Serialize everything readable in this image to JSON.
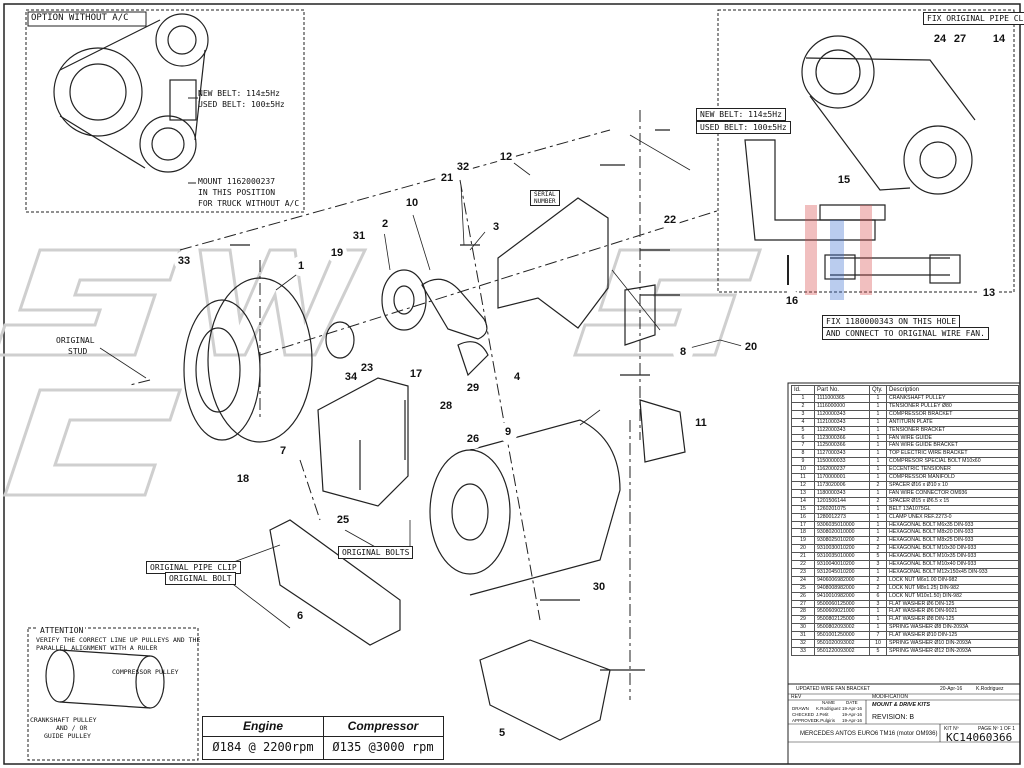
{
  "notes": {
    "option_without_ac": "OPTION WITHOUT A/C",
    "new_belt_left": "NEW BELT: 114±5Hz",
    "used_belt_left": "USED BELT: 100±5Hz",
    "mount_line1": "MOUNT 1162000237",
    "mount_line2": "IN THIS POSITION",
    "mount_line3": "FOR TRUCK WITHOUT A/C",
    "fix_original_pipe_clip": "FIX ORIGINAL PIPE CLIP",
    "new_belt_right": "NEW BELT: 114±5Hz",
    "used_belt_right": "USED BELT: 100±5Hz",
    "fix_hole_line1": "FIX 1180000343 ON THIS HOLE",
    "fix_hole_line2": "AND CONNECT TO ORIGINAL WIRE FAN.",
    "original_stud_line1": "ORIGINAL",
    "original_stud_line2": "STUD",
    "serial_line1": "SERIAL",
    "serial_line2": "NUMBER",
    "original_bolts": "ORIGINAL BOLTS",
    "original_pipe_clip": "ORIGINAL PIPE CLIP",
    "original_bolt": "ORIGINAL BOLT",
    "attention_title": "ATTENTION",
    "attention_line1": "VERIFY THE CORRECT LINE UP PULLEYS AND THE",
    "attention_line2": "PARALLEL ALIGNMENT WITH A RULER",
    "compressor_pulley": "COMPRESSOR PULLEY",
    "crankshaft_pulley_line1": "CRANKSHAFT PULLEY",
    "crankshaft_pulley_line2": "AND / OR",
    "crankshaft_pulley_line3": "GUIDE PULLEY"
  },
  "callouts": [
    "1",
    "2",
    "3",
    "4",
    "5",
    "6",
    "7",
    "8",
    "9",
    "10",
    "11",
    "12",
    "13",
    "14",
    "15",
    "16",
    "17",
    "18",
    "19",
    "20",
    "21",
    "22",
    "23",
    "24",
    "25",
    "26",
    "27",
    "28",
    "29",
    "30",
    "31",
    "32",
    "33",
    "34"
  ],
  "parts_table": {
    "headers": [
      "Id.",
      "Part No.",
      "Qty.",
      "Description"
    ],
    "rows": [
      [
        "1",
        "1111000365",
        "1",
        "CRANKSHAFT PULLEY"
      ],
      [
        "2",
        "1116000000",
        "1",
        "TENSIONER PULLEY Ø80"
      ],
      [
        "3",
        "1120000343",
        "1",
        "COMPRESSOR BRACKET"
      ],
      [
        "4",
        "1121000343",
        "1",
        "ANTITURN PLATE"
      ],
      [
        "5",
        "1122000343",
        "1",
        "TENSIONER BRACKET"
      ],
      [
        "6",
        "1123000366",
        "1",
        "FAN WIRE GUIDE"
      ],
      [
        "7",
        "1125000366",
        "1",
        "FAN WIRE GUIDE BRACKET"
      ],
      [
        "8",
        "1127000343",
        "1",
        "TOP ELECTRIC WIRE BRACKET"
      ],
      [
        "9",
        "1150000033",
        "1",
        "COMPRESOR SPECIAL BOLT M10x60"
      ],
      [
        "10",
        "1162000237",
        "1",
        "ECCENTRIC TENSIONER"
      ],
      [
        "11",
        "1170000001",
        "1",
        "COMPRESSOR MANIFOLD"
      ],
      [
        "12",
        "1173020006",
        "2",
        "SPACER Ø16 x Ø10 x 10"
      ],
      [
        "13",
        "1180000343",
        "1",
        "FAN WIRE CONNECTOR OM936"
      ],
      [
        "14",
        "1201506144",
        "2",
        "SPACER Ø15 x Ø6.5 x 15"
      ],
      [
        "15",
        "1260201075",
        "1",
        "BELT 13A1075GL"
      ],
      [
        "16",
        "1280012273",
        "1",
        "CLAMP UNEX REF.2273-0"
      ],
      [
        "17",
        "9306035010000",
        "1",
        "HEXAGONAL BOLT M6x35 DIN-933"
      ],
      [
        "18",
        "9308020010000",
        "1",
        "HEXAGONAL BOLT M8x20 DIN-933"
      ],
      [
        "19",
        "9308025010200",
        "2",
        "HEXAGONAL BOLT M8x25 DIN-933"
      ],
      [
        "20",
        "9310030010200",
        "2",
        "HEXAGONAL BOLT M10x30 DIN-933"
      ],
      [
        "21",
        "9310035010000",
        "5",
        "HEXAGONAL BOLT M10x35 DIN-933"
      ],
      [
        "22",
        "9310040010200",
        "3",
        "HEXAGONAL BOLT M10x40 DIN-933"
      ],
      [
        "23",
        "9312045010200",
        "1",
        "HEXAGONAL BOLT M12x150x45 DIN-933"
      ],
      [
        "24",
        "9406006982000",
        "2",
        "LOCK NUT M6x1.00 DIN-982"
      ],
      [
        "25",
        "9408008982000",
        "2",
        "LOCK NUT M8x1.25) DIN-982"
      ],
      [
        "26",
        "9410010982000",
        "6",
        "LOCK NUT M10x1.50) DIN-982"
      ],
      [
        "27",
        "9500060125000",
        "3",
        "FLAT WASHER Ø6 DIN-125"
      ],
      [
        "28",
        "9500609021000",
        "1",
        "FLAT WASHER Ø6 DIN-9021"
      ],
      [
        "29",
        "9500802125000",
        "1",
        "FLAT WASHER Ø8 DIN-125"
      ],
      [
        "30",
        "9500802093002",
        "1",
        "SPRING WASHER Ø8 DIN-2093A"
      ],
      [
        "31",
        "9501001250000",
        "7",
        "FLAT WASHER Ø10 DIN-125"
      ],
      [
        "32",
        "9501020093002",
        "10",
        "SPRING WASHER Ø10 DIN-2093A"
      ],
      [
        "33",
        "9501220093002",
        "5",
        "SPRING WASHER Ø12 DIN-2093A"
      ]
    ]
  },
  "title_block": {
    "revision_entry": "UPDATED WIRE FAN BRACKET",
    "revision_date": "20-Apr-16",
    "revision_by": "K.Rodriguez",
    "rev_label": "REV",
    "modification_label": "MODIFICATION",
    "name_label": "NAME",
    "date_label": "DATE",
    "drawn_label": "DRAWN",
    "drawn_name": "K.Rodriguez",
    "drawn_date": "19-Apr-16",
    "checked_label": "CHECKED",
    "checked_name": "J.Petit",
    "checked_date": "19-Apr-16",
    "approved_label": "APPROVED",
    "approved_name": "K.Pulgiris",
    "approved_date": "19-Apr-16",
    "category": "MOUNT & DRIVE KITS",
    "revision_text": "REVISION: B",
    "kit_label": "KIT Nº",
    "page_label": "PAGE Nº 1 OF 1",
    "kit_number": "KC14060366",
    "vehicle": "MERCEDES ANTOS EURO6 TM16 (motor OM936)"
  },
  "spec_table": {
    "engine_header": "Engine",
    "compressor_header": "Compressor",
    "engine_value": "Ø184 @ 2200rpm",
    "compressor_value": "Ø135 @3000 rpm"
  },
  "watermark": "SWISS CLIMA"
}
